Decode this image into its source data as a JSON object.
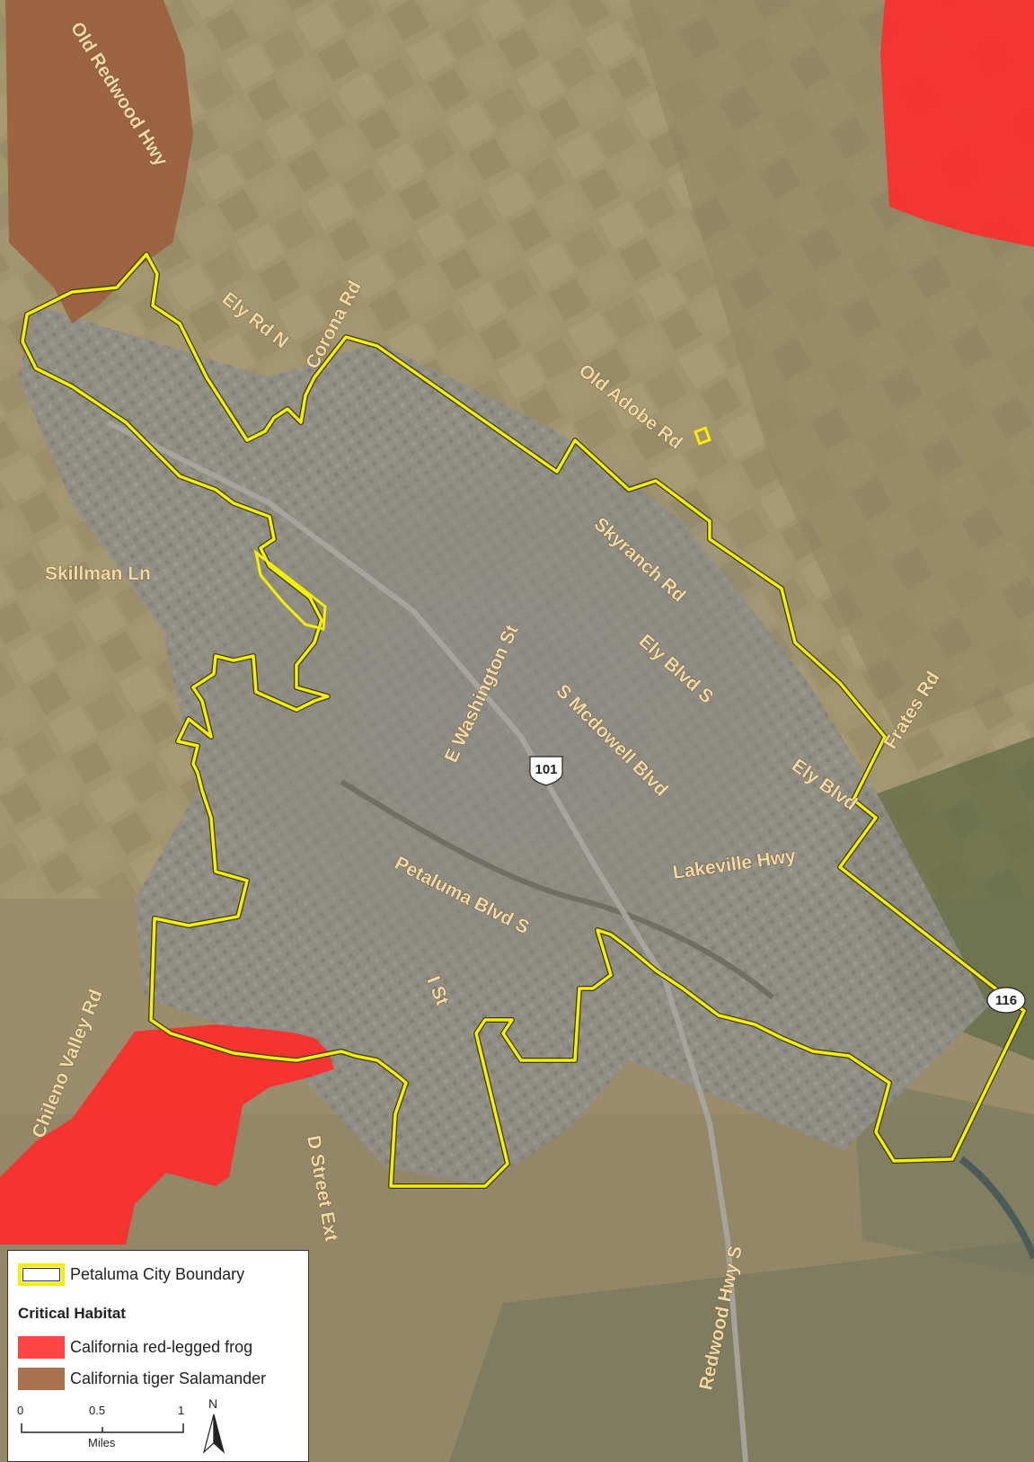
{
  "map": {
    "colors": {
      "boundary": "#f5f000",
      "frog_habitat": "#ff2a2a",
      "salamander_habitat": "#9b5f3d",
      "label_fill": "#f3d9a6"
    },
    "road_labels": [
      {
        "id": "old-redwood-hwy",
        "text": "Old Redwood Hwy"
      },
      {
        "id": "ely-rd-n",
        "text": "Ely Rd N"
      },
      {
        "id": "corona-rd",
        "text": "Corona Rd"
      },
      {
        "id": "old-adobe-rd",
        "text": "Old Adobe Rd"
      },
      {
        "id": "skillman-ln",
        "text": "Skillman Ln"
      },
      {
        "id": "skyranch-rd",
        "text": "Skyranch Rd"
      },
      {
        "id": "e-washington-st",
        "text": "E Washington St"
      },
      {
        "id": "ely-blvd-s",
        "text": "Ely Blvd S"
      },
      {
        "id": "s-mcdowell-blvd",
        "text": "S Mcdowell Blvd"
      },
      {
        "id": "frates-rd",
        "text": "Frates Rd"
      },
      {
        "id": "ely-blvd",
        "text": "Ely Blvd"
      },
      {
        "id": "lakeville-hwy",
        "text": "Lakeville Hwy"
      },
      {
        "id": "petaluma-blvd-s",
        "text": "Petaluma Blvd S"
      },
      {
        "id": "i-st",
        "text": "I St"
      },
      {
        "id": "chileno-valley-rd",
        "text": "Chileno Valley Rd"
      },
      {
        "id": "d-street-ext",
        "text": "D Street Ext"
      },
      {
        "id": "redwood-hwy-s",
        "text": "Redwood Hwy S"
      }
    ],
    "shields": [
      {
        "id": "us-101",
        "text": "101"
      },
      {
        "id": "hwy-116",
        "text": "116"
      }
    ]
  },
  "legend": {
    "boundary_label": "Petaluma City Boundary",
    "section_title": "Critical Habitat",
    "frog_label": "California red-legged frog",
    "salamander_label": "California tiger Salamander",
    "scale": {
      "ticks": [
        "0",
        "0.5",
        "1"
      ],
      "unit": "Miles"
    },
    "north": "N"
  }
}
